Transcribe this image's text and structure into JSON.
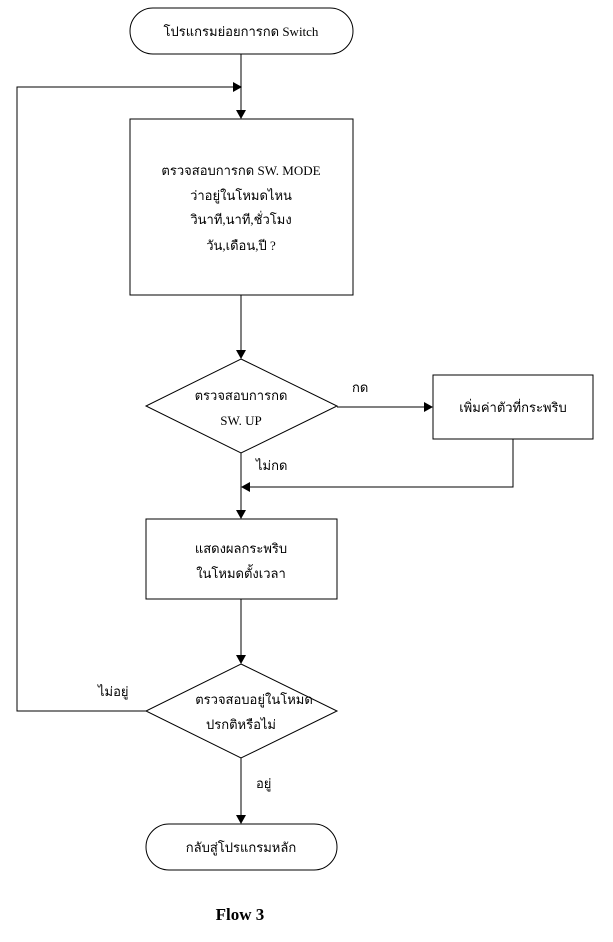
{
  "flowchart": {
    "start_label": "โปรแกรมย่อยการกด Switch",
    "check_mode": {
      "lines": [
        "ตรวจสอบการกด SW. MODE",
        "ว่าอยู่ในโหมดไหน",
        "วินาที,นาที,ชั่วโมง",
        "วัน,เดือน,ปี  ?"
      ]
    },
    "check_up": {
      "lines": [
        "ตรวจสอบการกด",
        "SW. UP"
      ],
      "yes_label": "กด",
      "no_label": "ไม่กด"
    },
    "increment_label": "เพิ่มค่าตัวที่กระพริบ",
    "show_blink": {
      "lines": [
        "แสดงผลกระพริบ",
        "ในโหมดตั้งเวลา"
      ]
    },
    "check_normal": {
      "lines": [
        "ตรวจสอบอยู่ในโหมด",
        "ปรกติหรือไม่"
      ],
      "no_label": "ไม่อยู่",
      "yes_label": "อยู่"
    },
    "end_label": "กลับสู่โปรแกรมหลัก"
  },
  "caption": "Flow 3"
}
